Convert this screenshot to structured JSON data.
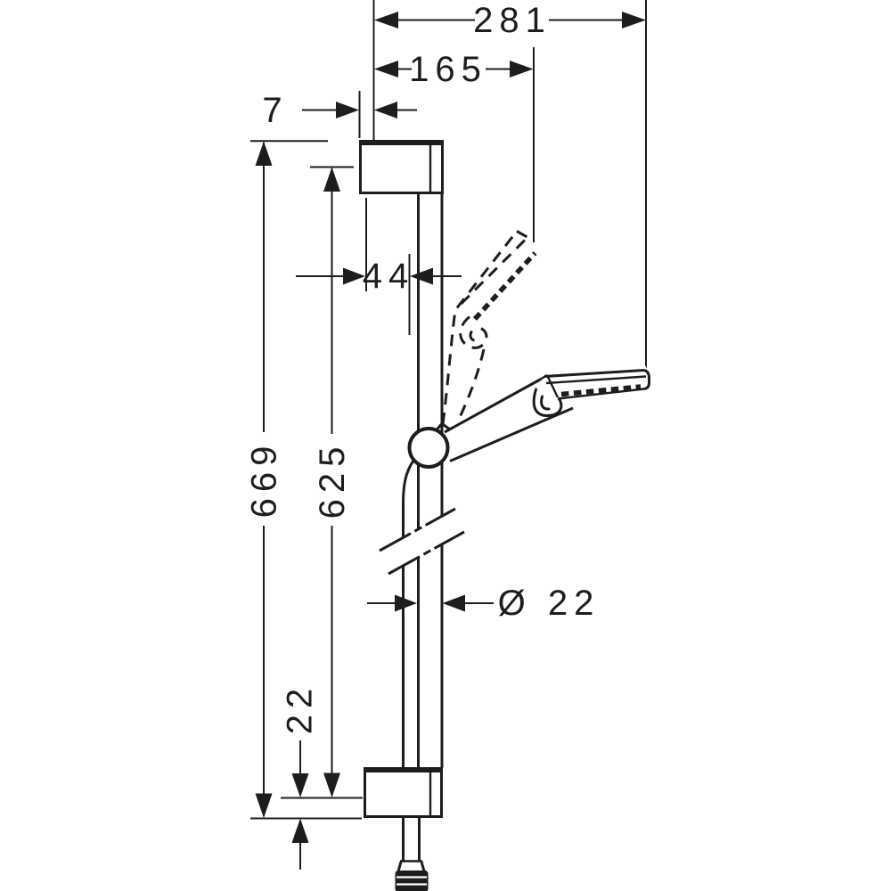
{
  "drawing": {
    "description": "shower-bar-set-dimension-drawing",
    "dimensions": {
      "overall_depth": "281",
      "holder_depth": "165",
      "bracket_offset": "7",
      "bar_to_wall": "44",
      "bar_total_length": "669",
      "fixing_distance": "625",
      "bar_diameter": "Ø 22",
      "bar_end_offset": "22"
    },
    "colors": {
      "line": "#1d1d1b",
      "background": "#ffffff"
    }
  }
}
